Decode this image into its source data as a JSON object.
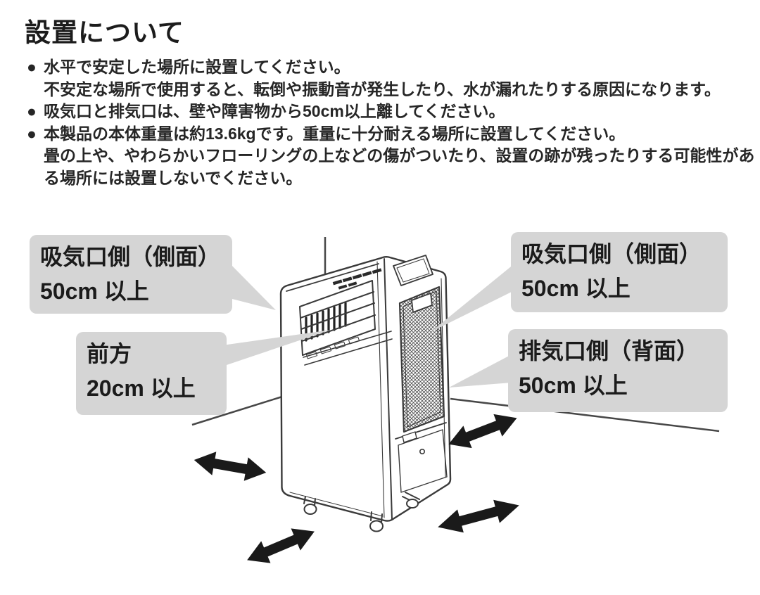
{
  "page": {
    "title": "設置について"
  },
  "intro": {
    "bullets": [
      {
        "marker": "●",
        "text": "水平で安定した場所に設置してください。"
      },
      {
        "marker": "",
        "text": "不安定な場所で使用すると、転倒や振動音が発生したり、水が漏れたりする原因になります。"
      },
      {
        "marker": "●",
        "text": "吸気口と排気口は、壁や障害物から50cm以上離してください。"
      },
      {
        "marker": "●",
        "text": "本製品の本体重量は約13.6kgです。重量に十分耐える場所に設置してください。"
      },
      {
        "marker": "",
        "text": "畳の上や、やわらかいフローリングの上などの傷がついたり、設置の跡が残ったりする可能性があ"
      },
      {
        "marker": "",
        "text": "る場所には設置しないでください。"
      }
    ]
  },
  "diagram": {
    "labels": {
      "intake_left": {
        "line1": "吸気口側（側面）",
        "line2": "50cm 以上"
      },
      "front": {
        "line1": "前方",
        "line2": "20cm 以上"
      },
      "intake_right": {
        "line1": "吸気口側（側面）",
        "line2": "50cm 以上"
      },
      "exhaust_rear": {
        "line1": "排気口側（背面）",
        "line2": "50cm 以上"
      }
    },
    "colors": {
      "callout_bg": "#d5d5d5",
      "line_art": "#3a3a3a",
      "arrow": "#1a1a1a",
      "text": "#1b1b1b"
    }
  }
}
